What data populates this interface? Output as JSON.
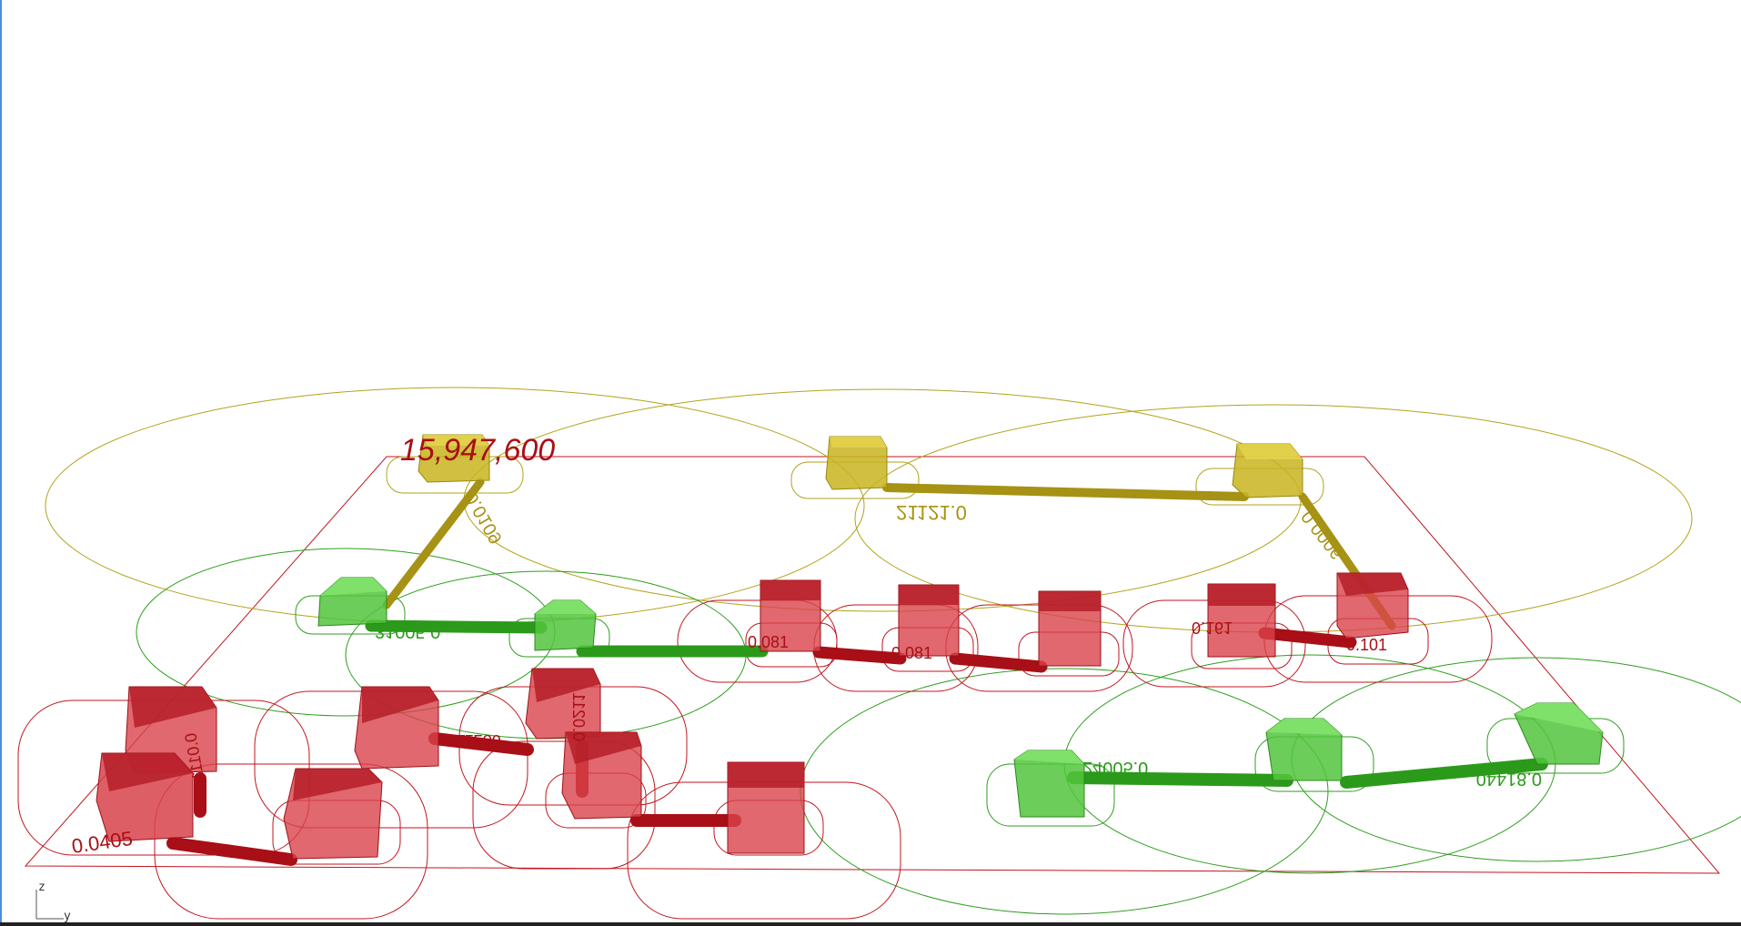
{
  "viewport": {
    "total_label": "15,947,600",
    "axis": {
      "z": "z",
      "y": "y"
    }
  },
  "colors": {
    "red": "#c0161f",
    "green": "#2f9e1f",
    "yellow": "#b3a21c",
    "viewport_bg": "#ffffff"
  },
  "beam_labels": {
    "yellow_left": "0.0109",
    "yellow_top": "21121.0",
    "yellow_right": "0.0006",
    "green_left": "31005.0",
    "green_right_a": "24005.0",
    "green_right_b": "0.81440",
    "red_mid_a": "0.081",
    "red_mid_b": "0.081",
    "red_right_a": "0.161",
    "red_right_b": "0.101",
    "red_left_a": "0.0405",
    "red_left_b": "11280",
    "red_left_c": "0.0111",
    "red_left_d": "0.0211"
  }
}
